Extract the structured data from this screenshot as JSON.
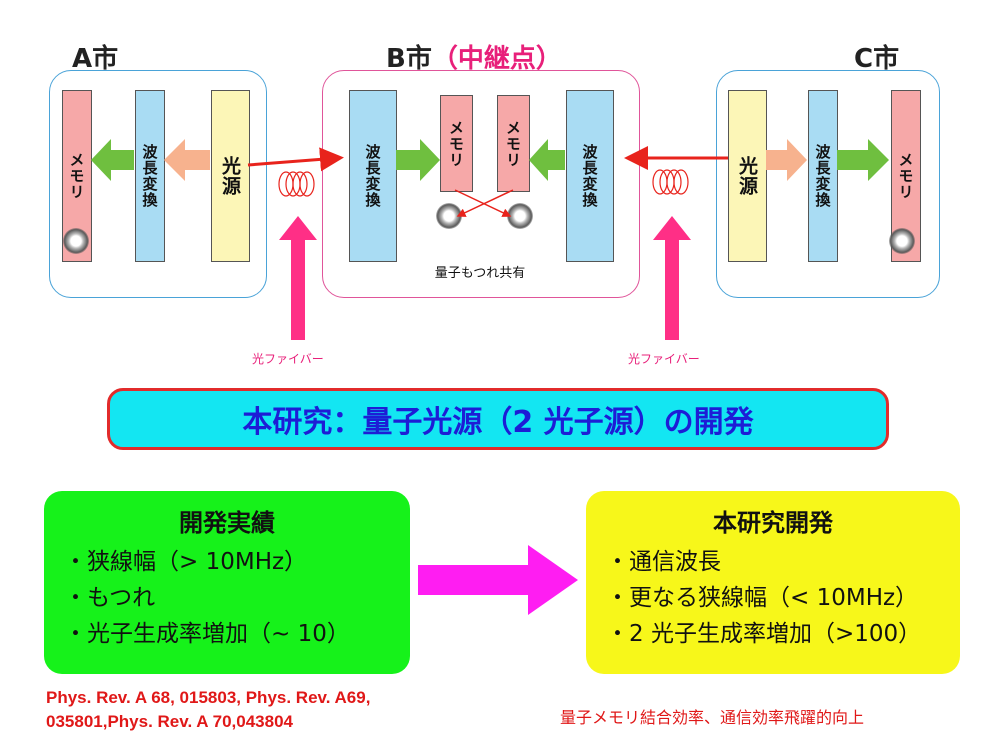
{
  "cities": {
    "a": {
      "title": "A市",
      "memory": "メモリ",
      "wave_conversion": "波長変換",
      "light_source": "光源"
    },
    "b": {
      "title": "B市",
      "relay": "（中継点）",
      "wave_conversion_left": "波長変換",
      "memory_left": "メモリ",
      "memory_right": "メモリ",
      "wave_conversion_right": "波長変換",
      "entanglement_label": "量子もつれ共有"
    },
    "c": {
      "title": "C市",
      "light_source": "光源",
      "wave_conversion": "波長変換",
      "memory": "メモリ"
    }
  },
  "fiber_labels": [
    "光ファイバー",
    "光ファイバー"
  ],
  "banner": "本研究：量子光源（2 光子源）の開発",
  "achievements": {
    "title": "開発実績",
    "items": [
      "・狭線幅（> 10MHz）",
      "・もつれ",
      "・光子生成率増加（~ 10）"
    ]
  },
  "references": [
    "Phys. Rev. A 68, 015803, Phys. Rev. A69,",
    "035801,Phys. Rev. A 70,043804"
  ],
  "development": {
    "title": "本研究開発",
    "items": [
      "・通信波長",
      "・更なる狭線幅（< 10MHz）",
      "・2 光子生成率増加（>100）"
    ]
  },
  "bottom_note": "量子メモリ結合効率、通信効率飛躍的向上",
  "colors": {
    "memory": "#f6a8a8",
    "wave_conversion": "#a9dcf3",
    "light_source": "#fcf6b7",
    "banner_bg": "#13e6f2",
    "banner_text": "#1d1dd6",
    "achievements_bg": "#16f21a",
    "development_bg": "#f7f71a",
    "accent_red": "#e01818",
    "fiber_pink": "#ff2f86"
  }
}
